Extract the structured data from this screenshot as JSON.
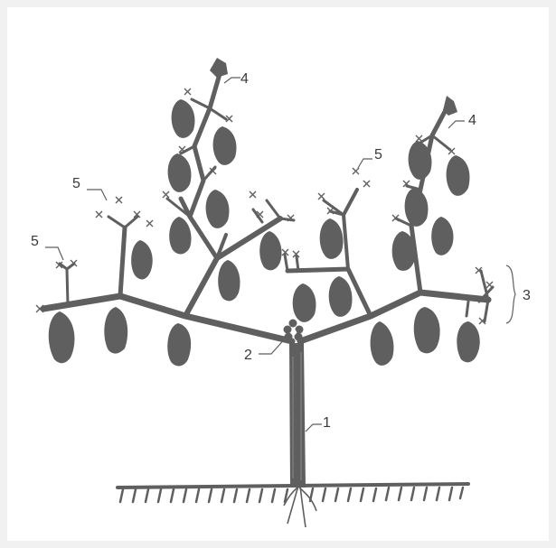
{
  "labels": {
    "one": "1",
    "two": "2",
    "three": "3",
    "four_left": "4",
    "four_right": "4",
    "five_top": "5",
    "five_left_upper": "5",
    "five_left_lower": "5"
  },
  "colors": {
    "plant": "#5f5f5f",
    "ground": "#5f5f5f",
    "background": "#ffffff",
    "outer": "#f1f1f1"
  }
}
